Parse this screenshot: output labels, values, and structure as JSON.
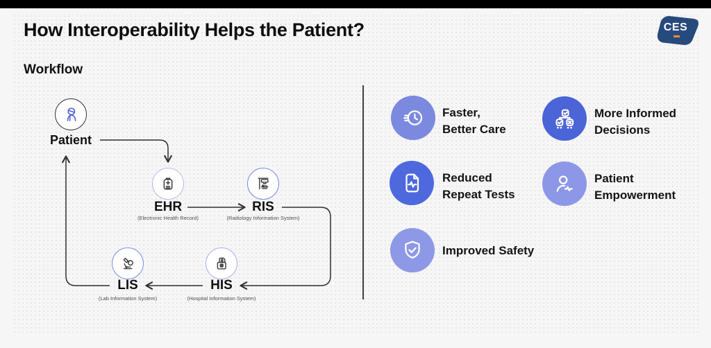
{
  "header": {
    "title": "How Interoperability Helps the Patient?",
    "logo": "CES"
  },
  "section": {
    "title": "Workflow"
  },
  "workflow": {
    "nodes": [
      {
        "id": "patient",
        "label": "Patient",
        "sublabel": "",
        "icon": "patient-icon",
        "border": "#3a3a3a"
      },
      {
        "id": "ehr",
        "label": "EHR",
        "sublabel": "(Electronic Health Record)",
        "icon": "medical-record-icon",
        "border": "#b6bcf0"
      },
      {
        "id": "ris",
        "label": "RIS",
        "sublabel": "(Radiology Information System)",
        "icon": "radiology-scanner-icon",
        "border": "#7388e2"
      },
      {
        "id": "his",
        "label": "HIS",
        "sublabel": "(Hospital Information System)",
        "icon": "hospital-records-icon",
        "border": "#a9b2ee"
      },
      {
        "id": "lis",
        "label": "LIS",
        "sublabel": "(Lab Information System)",
        "icon": "microscope-icon",
        "border": "#7d90e4"
      }
    ],
    "connections": [
      {
        "from": "Patient",
        "to": "EHR"
      },
      {
        "from": "EHR",
        "to": "RIS"
      },
      {
        "from": "RIS",
        "to": "HIS"
      },
      {
        "from": "HIS",
        "to": "LIS"
      },
      {
        "from": "LIS",
        "to": "Patient"
      }
    ]
  },
  "benefits": [
    {
      "line1": "Faster,",
      "line2": "Better Care",
      "icon": "clock-speed-icon",
      "color": "#7b89df"
    },
    {
      "line1": "More Informed",
      "line2": "Decisions",
      "icon": "decision-tree-icon",
      "color": "#4b64d8"
    },
    {
      "line1": "Reduced",
      "line2": "Repeat Tests",
      "icon": "document-pulse-icon",
      "color": "#4e69de"
    },
    {
      "line1": "Patient",
      "line2": "Empowerment",
      "icon": "person-pulse-icon",
      "color": "#8c97e7"
    },
    {
      "line1": "Improved Safety",
      "line2": "",
      "icon": "shield-check-icon",
      "color": "#8d99e6"
    }
  ],
  "colors": {
    "background": "#f6f6f6",
    "top_bar": "#000000",
    "dot_pattern": "#e1e1e1",
    "arrow": "#2f2f2f",
    "logo_navy": "#274a7d",
    "logo_accent": "#e8923c",
    "title_text": "#0d0d0d",
    "benefit_text": "#141414",
    "sublabel_text": "#4f4f4f",
    "patient_icon_stroke": "#5566d6",
    "node_icon_stroke": "#3a3a3a"
  }
}
